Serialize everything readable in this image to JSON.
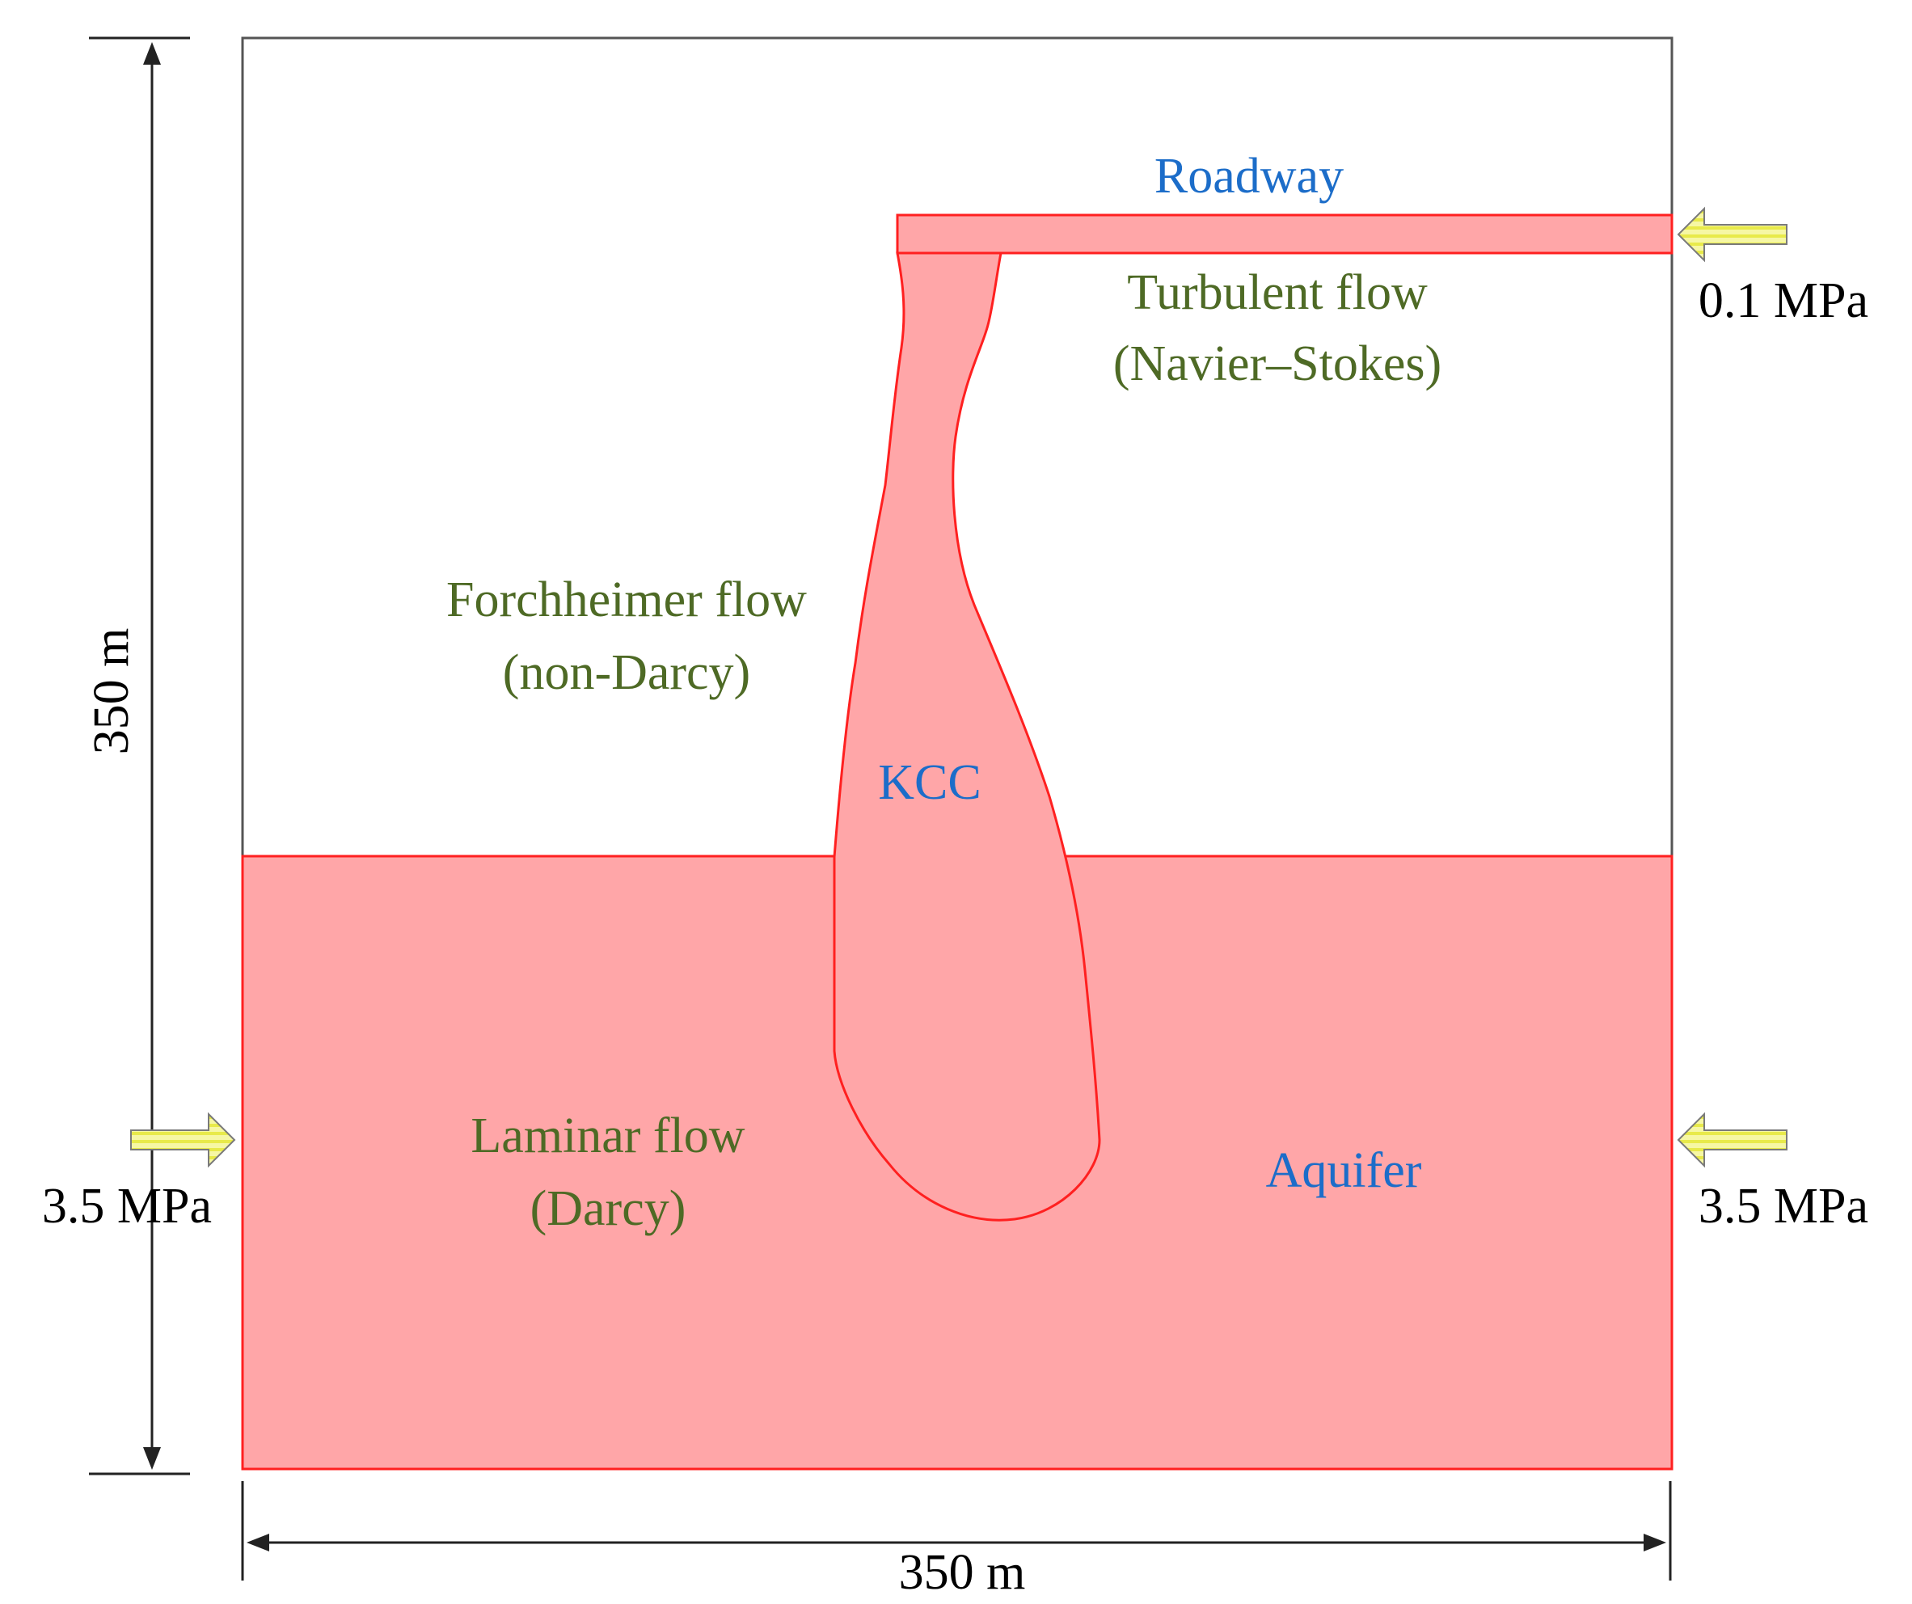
{
  "colors": {
    "region_fill": "#ffa6a8",
    "region_stroke": "#ff2020",
    "frame_stroke": "#555555",
    "dimension": "#222222",
    "label_blue": "#1c6dc9",
    "label_green": "#4e6a25",
    "label_black": "#000000",
    "arrow_fill": "#f6f7a4",
    "arrow_stroke": "#7a7a7a",
    "arrow_stripe": "#e8ea4a"
  },
  "dimensions": {
    "height_label": "350 m",
    "width_label": "350 m"
  },
  "regions": {
    "roadway": "Roadway",
    "kcc": "KCC",
    "aquifer": "Aquifer"
  },
  "flows": {
    "turbulent_line1": "Turbulent flow",
    "turbulent_line2": "(Navier–Stokes)",
    "forchheimer_line1": "Forchheimer flow",
    "forchheimer_line2": "(non-Darcy)",
    "laminar_line1": "Laminar flow",
    "laminar_line2": "(Darcy)"
  },
  "boundary_conditions": {
    "roadway_outlet": "0.1 MPa",
    "aquifer_left": "3.5 MPa",
    "aquifer_right": "3.5 MPa"
  },
  "icons": {
    "arrow_right": "arrow-right-icon",
    "arrow_left": "arrow-left-icon"
  }
}
